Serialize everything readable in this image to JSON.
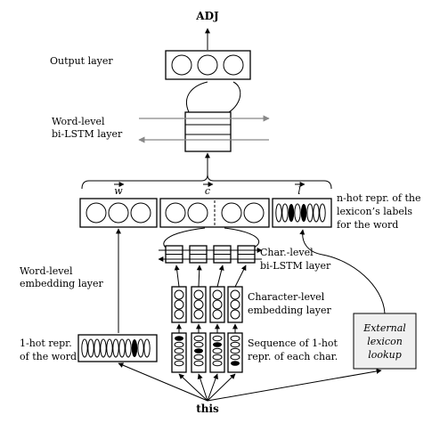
{
  "labels": {
    "output_tag": "ADJ",
    "input_word": "this",
    "output_layer": "Output layer",
    "word_bilstm_1": "Word-level",
    "word_bilstm_2": "bi-LSTM layer",
    "vec_w": "w",
    "vec_c": "c",
    "vec_l": "l",
    "nhot_1": "n-hot repr. of the",
    "nhot_2": "lexicon’s labels",
    "nhot_3": "for the word",
    "char_bilstm_1": "Char.-level",
    "char_bilstm_2": "bi-LSTM layer",
    "char_embed_1": "Character-level",
    "char_embed_2": "embedding layer",
    "word_embed_1": "Word-level",
    "word_embed_2": "embedding layer",
    "onehot_word_1": "1-hot repr.",
    "onehot_word_2": "of the word",
    "seq_1": "Sequence of 1-hot",
    "seq_2": "repr. of each char.",
    "lexicon_1": "External",
    "lexicon_2": "lexicon",
    "lexicon_3": "lookup"
  }
}
